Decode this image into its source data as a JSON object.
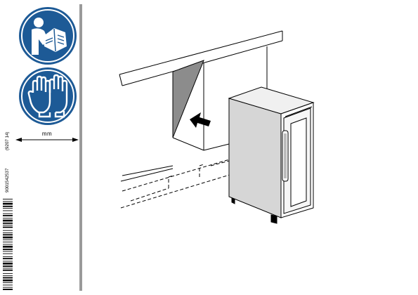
{
  "sidebar": {
    "icons": [
      {
        "name": "read-manual-icon",
        "color": "#1d5a96"
      },
      {
        "name": "wear-gloves-icon",
        "color": "#1d5a96"
      }
    ],
    "unit_label": "mm",
    "part_number": "9001542537",
    "date_code": "(9207 14)"
  },
  "colors": {
    "pictogram_blue": "#1d5a96",
    "divider_gray": "#9a9a9a",
    "panel_gray": "#8c8c8c"
  }
}
